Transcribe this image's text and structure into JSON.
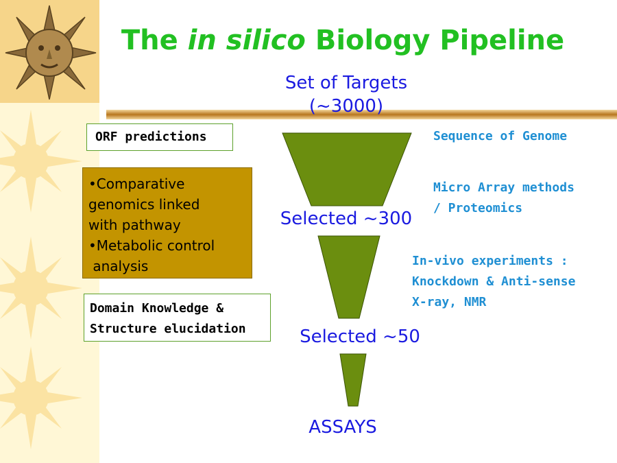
{
  "title": {
    "prefix": "The",
    "italic": "in silico",
    "suffix": "Biology Pipeline"
  },
  "funnel": {
    "top_label_line1": "Set of Targets",
    "top_label_line2": "(~3000)",
    "stage2_label": "Selected ~300",
    "stage3_label": "Selected ~50",
    "bottom_label": "ASSAYS"
  },
  "left_boxes": {
    "orf": "ORF predictions",
    "gold_lines": [
      "•Comparative",
      "genomics linked",
      "with pathway",
      "•Metabolic control",
      " analysis"
    ],
    "domain_line1": "Domain Knowledge &",
    "domain_line2": "Structure elucidation"
  },
  "right_notes": {
    "genome": "Sequence of Genome",
    "microarray_line1": "Micro Array methods",
    "microarray_line2": "/ Proteomics",
    "invivo_line1": "In-vivo experiments :",
    "invivo_line2": "Knockdown & Anti-sense",
    "invivo_line3": "X-ray, NMR"
  },
  "colors": {
    "title": "#22c022",
    "funnel_fill": "#6b8e0f",
    "label_blue": "#1a1ae0",
    "note_blue": "#1f8fd3",
    "gold_box": "#c39400",
    "side_strip": "#fff7d6",
    "logo_bg": "#f6d58a"
  },
  "icons": {
    "logo": "sun-face-icon",
    "background_decoration": "sun-rays-icon"
  }
}
